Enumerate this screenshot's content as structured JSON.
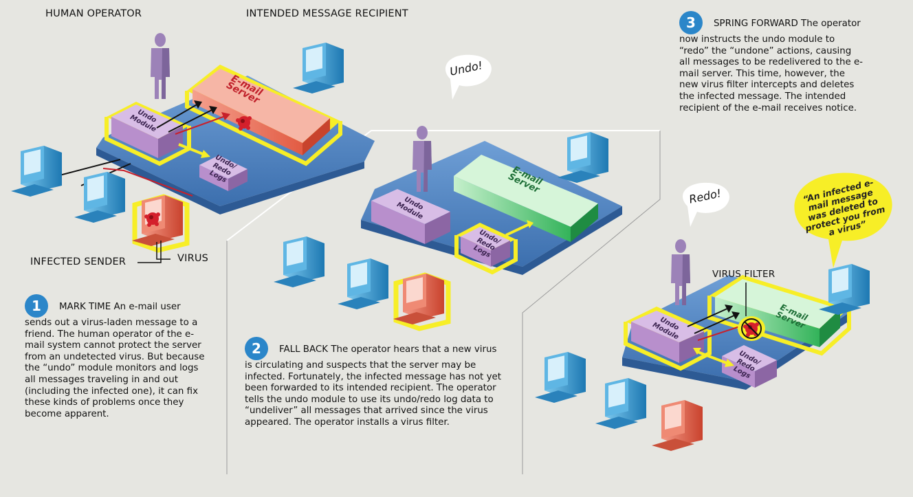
{
  "labels": {
    "human_operator": "HUMAN OPERATOR",
    "intended_recipient": "INTENDED MESSAGE RECIPIENT",
    "infected_sender": "INFECTED SENDER",
    "virus": "VIRUS",
    "virus_filter": "VIRUS FILTER"
  },
  "boxes": {
    "email_server": "E-mail\nServer",
    "undo_module": "Undo\nModule",
    "undo_redo_logs": "Undo/\nRedo\nLogs"
  },
  "speech": {
    "undo": "Undo!",
    "redo": "Redo!",
    "notice": "“An infected e-mail message was deleted to protect you from a virus”"
  },
  "steps": [
    {
      "number": "1",
      "heading": "MARK TIME",
      "text": "An e-mail user sends out a virus-laden message to a friend. The human operator of the e-mail system cannot protect the server from an undetected virus. But because the “undo” module monitors and logs all messages traveling in and out (including the infected one), it can fix these kinds of problems once they become apparent."
    },
    {
      "number": "2",
      "heading": "FALL BACK",
      "text": "The operator hears that a new virus is circulating and suspects that the server may be infected. Fortunately, the infected message has not yet been forwarded to its intended recipient. The operator tells the undo module to use its undo/redo log data to “undeliver” all messages that arrived since the virus appeared. The operator installs a virus filter."
    },
    {
      "number": "3",
      "heading": "SPRING FORWARD",
      "text": "The operator now instructs the undo module to “redo” the “undone” actions, causing all messages to be redelivered to the e-mail server. This time, however, the new virus filter intercepts and deletes the infected message. The intended recipient of the e-mail receives notice."
    }
  ],
  "colors": {
    "background": "#e6e6e1",
    "badge": "#2b86c9",
    "platform": "#4f86c6",
    "highlight": "#f7ee27",
    "undo_box": "#b88fcc",
    "server_red": "#f07a66",
    "server_green": "#7fd48f",
    "computer_blue": "#2f9bd0",
    "computer_red": "#e2573f",
    "person": "#9c82b8"
  }
}
